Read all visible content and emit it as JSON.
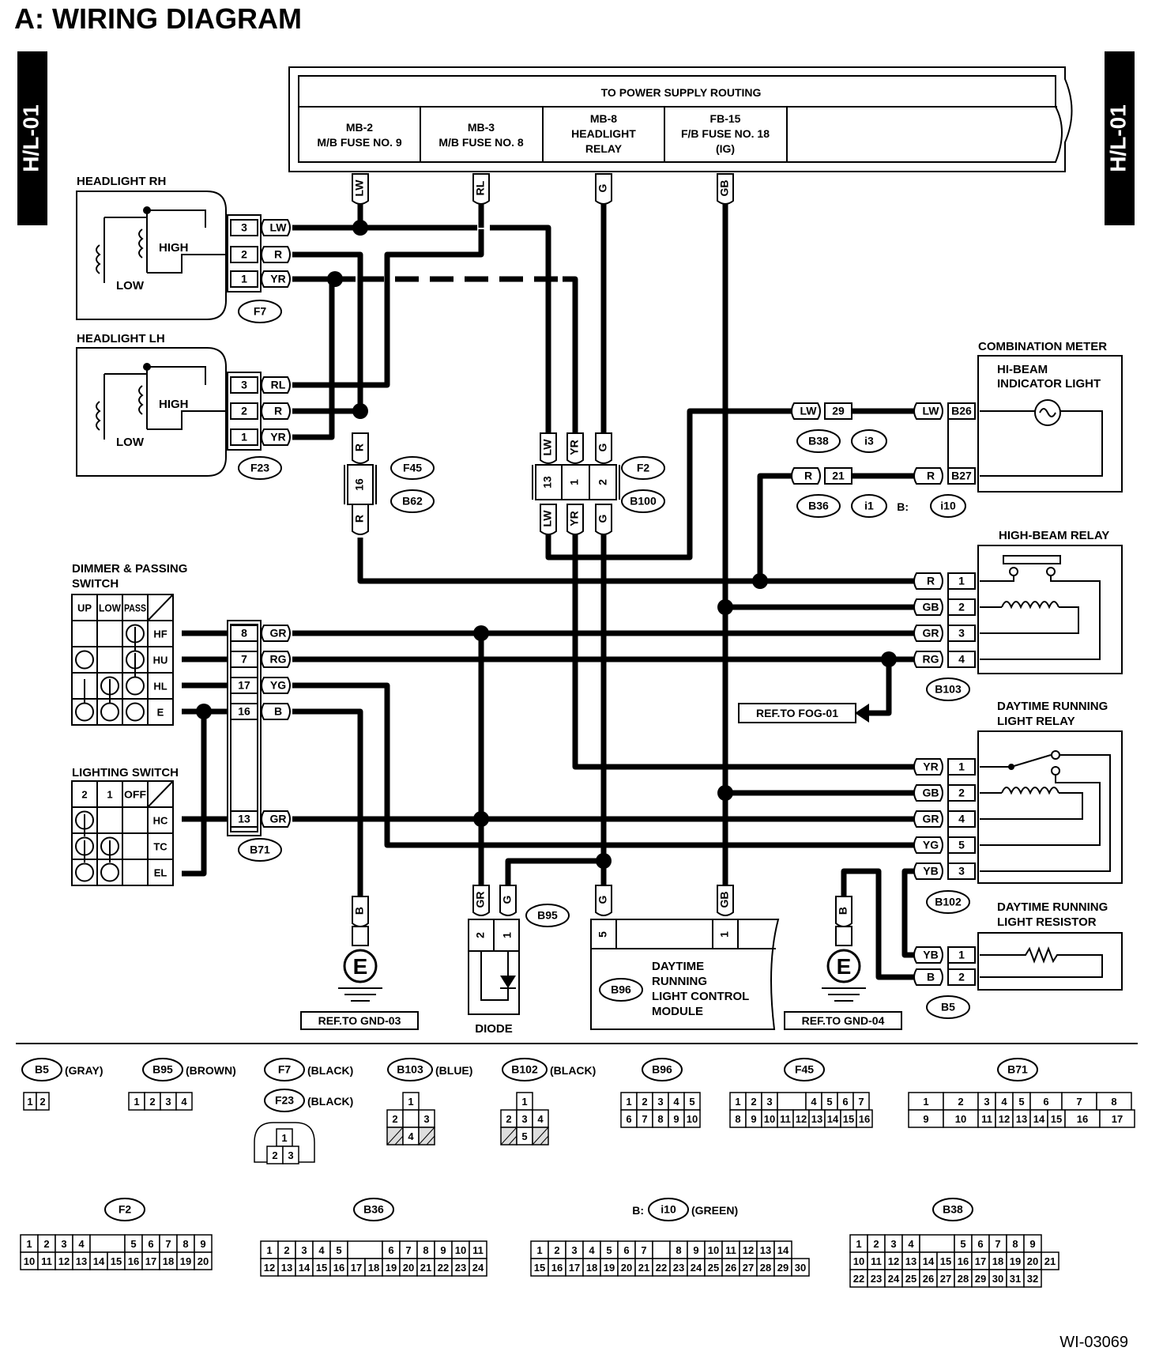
{
  "title": "A:  WIRING DIAGRAM",
  "side_tag": "H/L-01",
  "figure_code": "WI-03069",
  "power": {
    "header": "TO POWER SUPPLY ROUTING",
    "cols": [
      [
        "MB-2",
        "M/B FUSE NO. 9"
      ],
      [
        "MB-3",
        "M/B FUSE NO. 8"
      ],
      [
        "MB-8",
        "HEADLIGHT",
        "RELAY"
      ],
      [
        "FB-15",
        "F/B FUSE NO. 18",
        "(IG)"
      ]
    ],
    "wires": [
      "LW",
      "RL",
      "G",
      "GB"
    ]
  },
  "headlight_rh": {
    "title": "HEADLIGHT RH",
    "high": "HIGH",
    "low": "LOW",
    "connector": "F7",
    "pins": [
      {
        "n": "3",
        "c": "LW"
      },
      {
        "n": "2",
        "c": "R"
      },
      {
        "n": "1",
        "c": "YR"
      }
    ]
  },
  "headlight_lh": {
    "title": "HEADLIGHT LH",
    "high": "HIGH",
    "low": "LOW",
    "connector": "F23",
    "pins": [
      {
        "n": "3",
        "c": "RL"
      },
      {
        "n": "2",
        "c": "R"
      },
      {
        "n": "1",
        "c": "YR"
      }
    ]
  },
  "f45": {
    "top": "R",
    "pin": "16",
    "bottom": "R",
    "c1": "F45",
    "c2": "B62"
  },
  "f2": {
    "top": [
      "LW",
      "YR",
      "G"
    ],
    "pins": [
      "13",
      "1",
      "2"
    ],
    "bottom": [
      "LW",
      "YR",
      "G"
    ],
    "c1": "F2",
    "c2": "B100"
  },
  "combination_meter": {
    "title": "COMBINATION METER",
    "sub1": "HI-BEAM",
    "sub2": "INDICATOR LIGHT",
    "row1": {
      "c": "LW",
      "n": "29",
      "c2": "LW",
      "conn": "B26",
      "tags": [
        "B38",
        "i3"
      ]
    },
    "row2": {
      "c": "R",
      "n": "21",
      "c2": "R",
      "conn": "B27",
      "tags": [
        "B36",
        "i1"
      ],
      "prefix": "B:",
      "tag3": "i10"
    }
  },
  "high_beam_relay": {
    "title": "HIGH-BEAM RELAY",
    "connector": "B103",
    "pins": [
      {
        "c": "R",
        "n": "1"
      },
      {
        "c": "GB",
        "n": "2"
      },
      {
        "c": "GR",
        "n": "3"
      },
      {
        "c": "RG",
        "n": "4"
      }
    ]
  },
  "ref_fog": "REF.TO FOG-01",
  "dimmer": {
    "title1": "DIMMER & PASSING",
    "title2": "SWITCH",
    "cols": [
      "UP",
      "LOW",
      "PASS"
    ],
    "rows": [
      "HF",
      "HU",
      "HL",
      "E"
    ]
  },
  "b71": {
    "connector": "B71",
    "pins": [
      {
        "n": "8",
        "c": "GR"
      },
      {
        "n": "7",
        "c": "RG"
      },
      {
        "n": "17",
        "c": "YG"
      },
      {
        "n": "16",
        "c": "B"
      },
      {
        "n": "13",
        "c": "GR"
      }
    ]
  },
  "lighting": {
    "title": "LIGHTING SWITCH",
    "cols": [
      "2",
      "1",
      "OFF"
    ],
    "rows": [
      "HC",
      "TC",
      "EL"
    ]
  },
  "drl_relay": {
    "title1": "DAYTIME RUNNING",
    "title2": "LIGHT RELAY",
    "connector": "B102",
    "pins": [
      {
        "c": "YR",
        "n": "1"
      },
      {
        "c": "GB",
        "n": "2"
      },
      {
        "c": "GR",
        "n": "4"
      },
      {
        "c": "YG",
        "n": "5"
      },
      {
        "c": "YB",
        "n": "3"
      }
    ]
  },
  "drl_resistor": {
    "title1": "DAYTIME RUNNING",
    "title2": "LIGHT RESISTOR",
    "connector": "B5",
    "pins": [
      {
        "c": "YB",
        "n": "1"
      },
      {
        "c": "B",
        "n": "2"
      }
    ]
  },
  "ground1": {
    "wire": "B",
    "sym": "E",
    "ref": "REF.TO GND-03"
  },
  "ground2": {
    "wire": "B",
    "sym": "E",
    "ref": "REF.TO GND-04"
  },
  "diode": {
    "wires": [
      "GR",
      "G"
    ],
    "pins": [
      "2",
      "1"
    ],
    "connector": "B95",
    "label": "DIODE"
  },
  "drl_module": {
    "wires": [
      "G",
      "GB"
    ],
    "pins": [
      "5",
      "1"
    ],
    "connector": "B96",
    "lines": [
      "DAYTIME",
      "RUNNING",
      "LIGHT CONTROL",
      "MODULE"
    ]
  },
  "legend": {
    "row1": [
      {
        "tag": "B5",
        "color": "(GRAY)"
      },
      {
        "tag": "B95",
        "color": "(BROWN)"
      },
      {
        "tag": "F7",
        "color": "(BLACK)"
      },
      {
        "tag": "F23",
        "color": "(BLACK)"
      },
      {
        "tag": "B103",
        "color": "(BLUE)"
      },
      {
        "tag": "B102",
        "color": "(BLACK)"
      },
      {
        "tag": "B96",
        "color": ""
      },
      {
        "tag": "F45",
        "color": ""
      },
      {
        "tag": "B71",
        "color": ""
      }
    ],
    "row2": [
      {
        "tag": "F2",
        "color": ""
      },
      {
        "tag": "B36",
        "color": ""
      },
      {
        "tag": "i10",
        "color": "(GREEN)",
        "prefix": "B:"
      },
      {
        "tag": "B38",
        "color": ""
      }
    ]
  }
}
